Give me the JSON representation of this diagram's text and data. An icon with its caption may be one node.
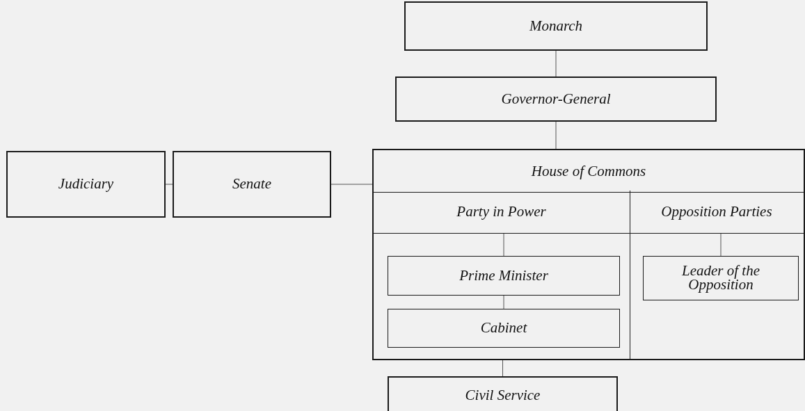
{
  "diagram": {
    "nodes": [
      {
        "text": [
          "Monarch"
        ]
      },
      {
        "text": [
          "Governor-General"
        ]
      },
      {
        "text": [
          "House of Commons"
        ]
      },
      {
        "text": [
          "Party in Power"
        ],
        "in": 2
      },
      {
        "text": [
          "Prime Minister"
        ],
        "in": 3
      },
      {
        "text": [
          "Cabinet"
        ],
        "in": 3
      },
      {
        "text": [
          "Opposition Parties"
        ],
        "in": 2
      },
      {
        "text": [
          "Leader of the Opposition"
        ],
        "in": 6
      },
      {
        "text": [
          "Judiciary"
        ]
      },
      {
        "text": [
          "Senate"
        ]
      },
      {
        "text": [
          "Civil Service"
        ]
      }
    ],
    "edges": [
      {
        "from": 0,
        "to": 1,
        "arrow": "none"
      },
      {
        "from": 1,
        "to": 2,
        "arrow": "none"
      },
      {
        "from": 8,
        "to": 9,
        "arrow": "none"
      },
      {
        "from": 9,
        "to": 2,
        "arrow": "none"
      },
      {
        "from": 3,
        "to": 4,
        "arrow": "none"
      },
      {
        "from": 4,
        "to": 5,
        "arrow": "none"
      },
      {
        "from": 6,
        "to": 7,
        "arrow": "none"
      },
      {
        "from": 3,
        "to": 10,
        "arrow": "none"
      }
    ]
  }
}
